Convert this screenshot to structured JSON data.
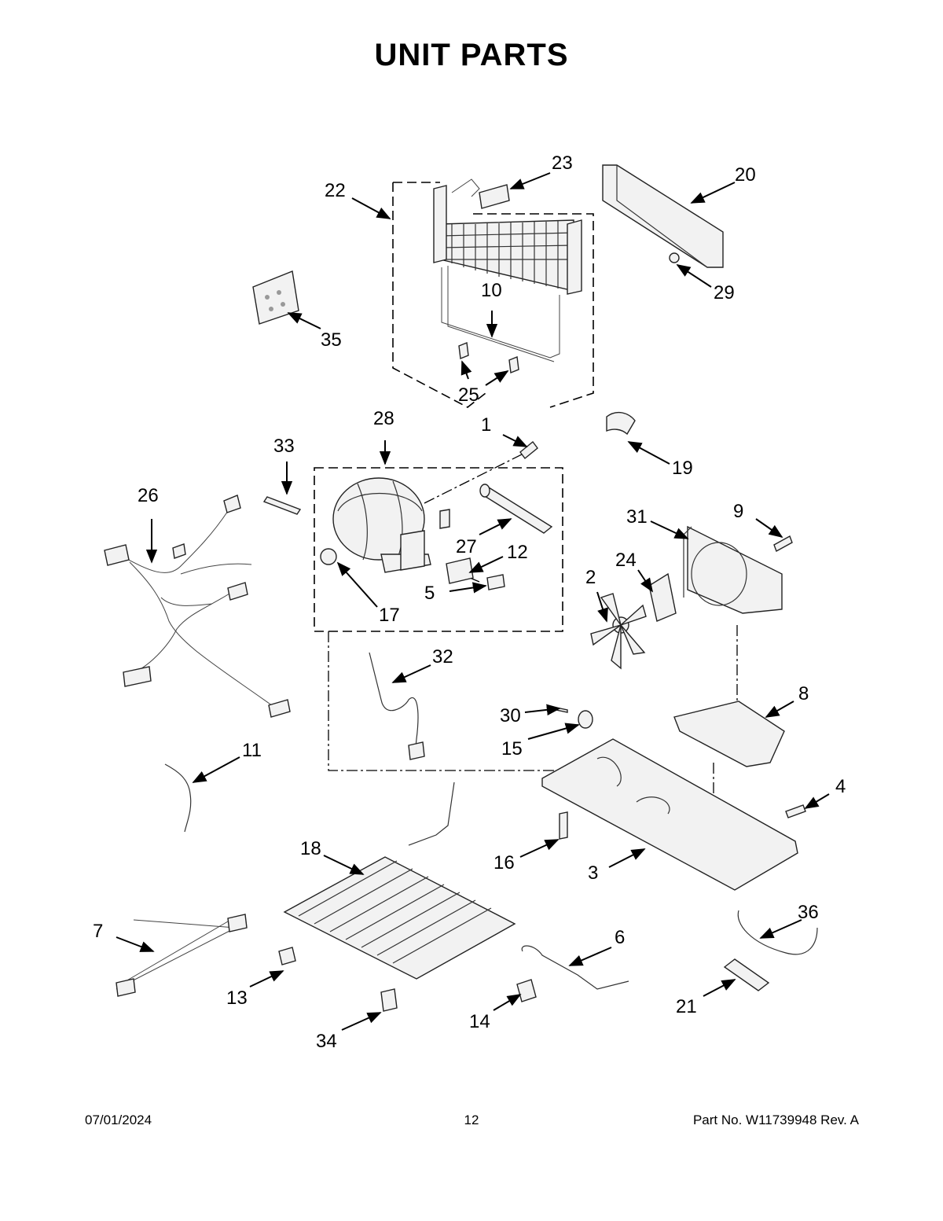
{
  "page": {
    "title": "UNIT PARTS",
    "footer": {
      "date": "07/01/2024",
      "page_number": "12",
      "part_number": "Part No.  W11739948   Rev.  A"
    }
  },
  "callouts": {
    "c1": "1",
    "c2": "2",
    "c3": "3",
    "c4": "4",
    "c5": "5",
    "c6": "6",
    "c7": "7",
    "c8": "8",
    "c9": "9",
    "c10": "10",
    "c11": "11",
    "c12": "12",
    "c13": "13",
    "c14": "14",
    "c15": "15",
    "c16": "16",
    "c17": "17",
    "c18": "18",
    "c19": "19",
    "c20": "20",
    "c21": "21",
    "c22": "22",
    "c23": "23",
    "c24": "24",
    "c25": "25",
    "c26": "26",
    "c27": "27",
    "c28": "28",
    "c29": "29",
    "c30": "30",
    "c31": "31",
    "c32": "32",
    "c33": "33",
    "c34": "34",
    "c35": "35",
    "c36": "36"
  }
}
